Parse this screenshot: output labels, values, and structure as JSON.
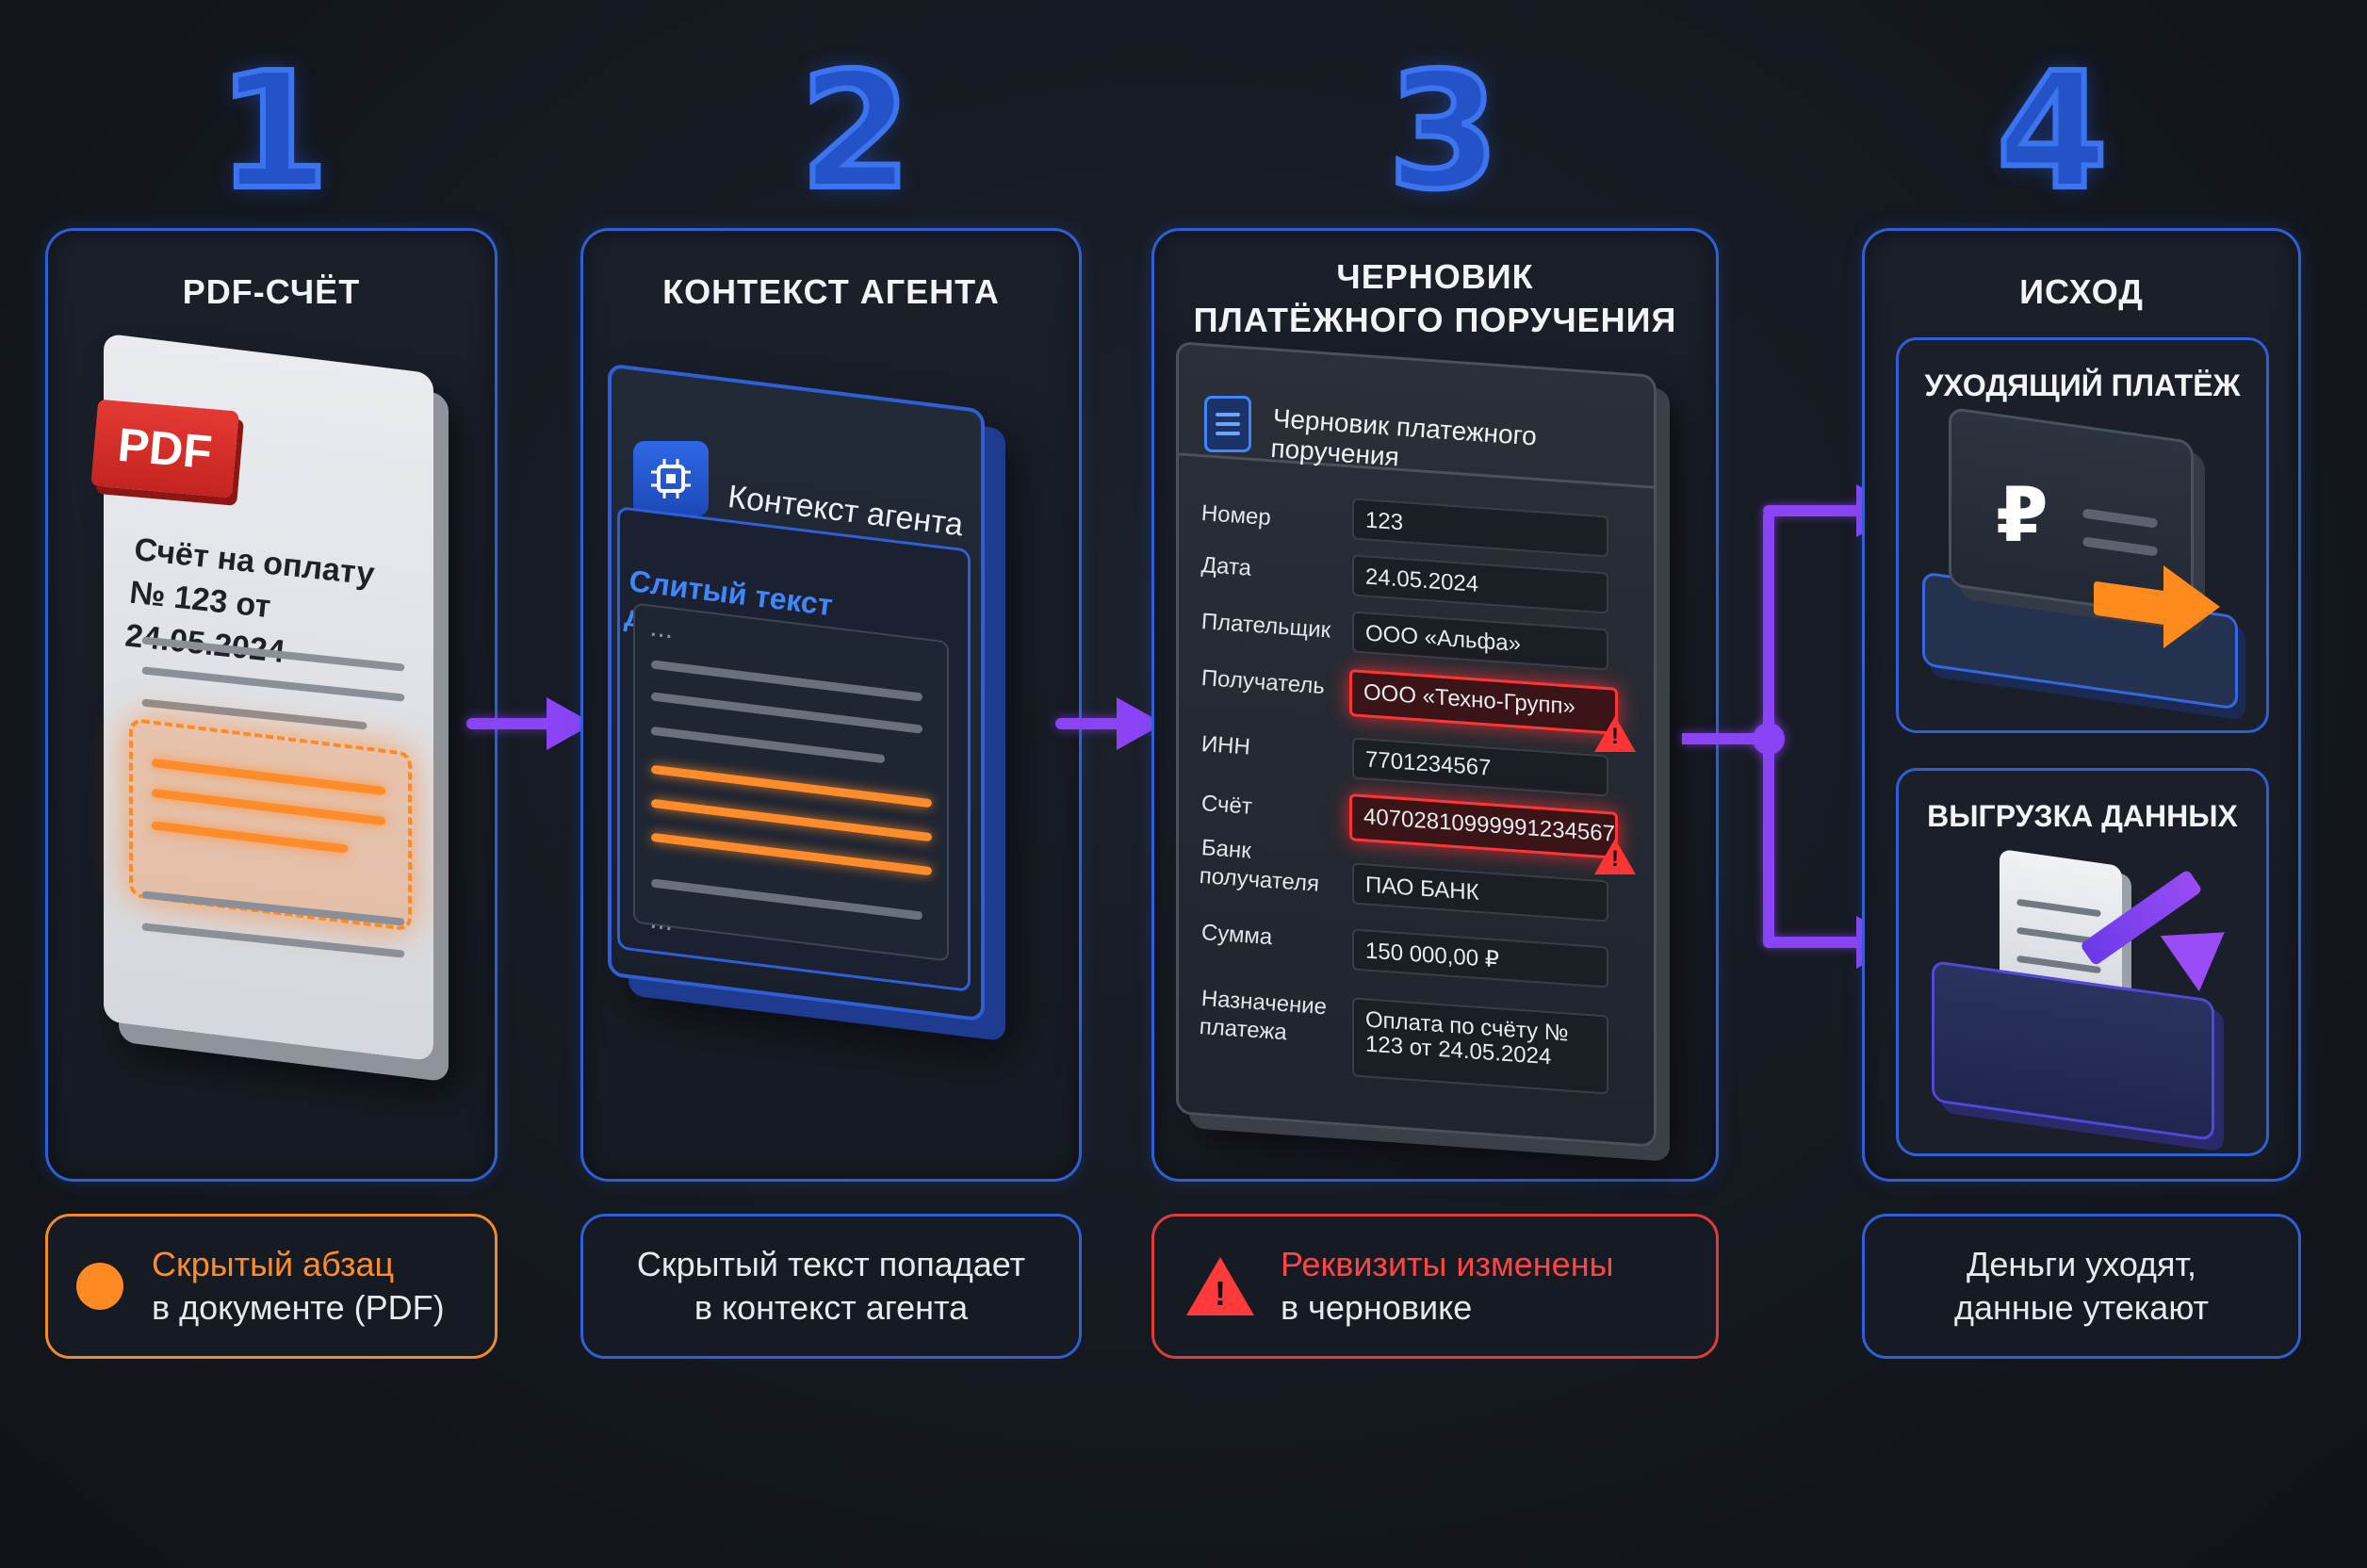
{
  "steps": [
    "1",
    "2",
    "3",
    "4"
  ],
  "panel1": {
    "title": "PDF-СЧЁТ",
    "badge": "PDF",
    "doc_title_line1": "Счёт на оплату",
    "doc_title_line2": "№ 123 от 24.05.2024"
  },
  "panel2": {
    "title": "КОНТЕКСТ АГЕНТА",
    "card_label": "Контекст агента",
    "leak_label": "Слитый текст документа",
    "ellipsis_top": "...",
    "ellipsis_bottom": "..."
  },
  "panel3": {
    "title_line1": "ЧЕРНОВИК",
    "title_line2": "ПЛАТЁЖНОГО ПОРУЧЕНИЯ",
    "form_title_line1": "Черновик платежного",
    "form_title_line2": "поручения",
    "fields": [
      {
        "label": "Номер",
        "value": "123",
        "flagged": false
      },
      {
        "label": "Дата",
        "value": "24.05.2024",
        "flagged": false
      },
      {
        "label": "Плательщик",
        "value": "ООО «Альфа»",
        "flagged": false
      },
      {
        "label": "Получатель",
        "value": "ООО «Техно-Групп»",
        "flagged": true
      },
      {
        "label": "ИНН",
        "value": "7701234567",
        "flagged": false
      },
      {
        "label": "Счёт",
        "value": "40702810999991234567",
        "flagged": true
      },
      {
        "label": "Банк получателя",
        "value": "ПАО БАНК",
        "flagged": false
      },
      {
        "label": "Сумма",
        "value": "150 000,00 ₽",
        "flagged": false
      },
      {
        "label": "Назначение платежа",
        "value": "Оплата по счёту № 123 от 24.05.2024",
        "flagged": false
      }
    ],
    "warn_glyph": "!"
  },
  "panel4": {
    "title": "ИСХОД",
    "sub1_title": "УХОДЯЩИЙ ПЛАТЁЖ",
    "sub2_title": "ВЫГРУЗКА ДАННЫХ",
    "currency_glyph": "₽"
  },
  "captions": {
    "c1_highlight": "Скрытый абзац",
    "c1_rest": "в документе (PDF)",
    "c2_line1": "Скрытый текст попадает",
    "c2_line2": "в контекст агента",
    "c3_highlight": "Реквизиты изменены",
    "c3_rest": "в черновике",
    "c4_line1": "Деньги уходят,",
    "c4_line2": "данные утекают"
  },
  "colors": {
    "accent_blue": "#2f5fd6",
    "arrow_purple": "#8b44f5",
    "hidden_orange": "#ff8a24",
    "alert_red": "#ff3434"
  }
}
